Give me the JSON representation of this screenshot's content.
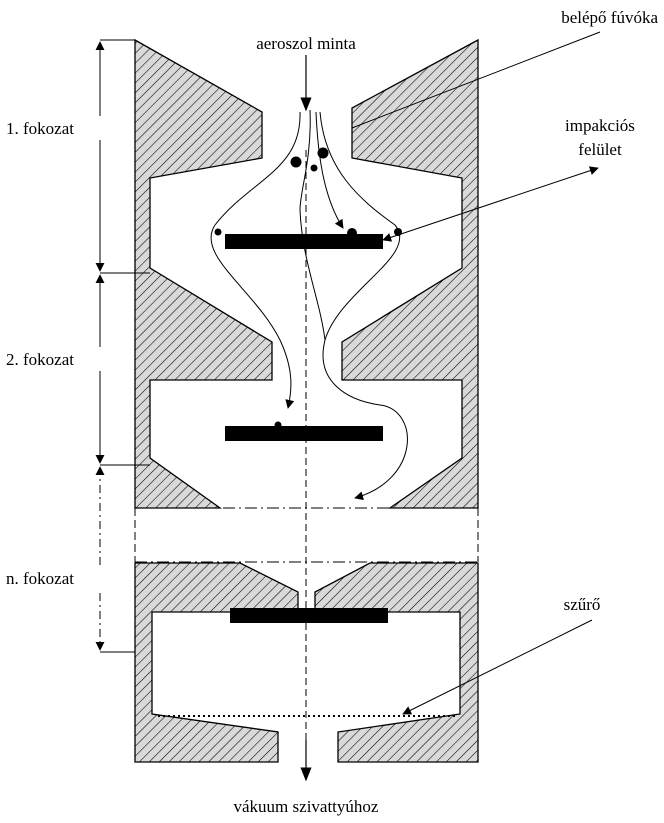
{
  "labels": {
    "inlet_sample": "aeroszol minta",
    "inlet_nozzle": "belépő fúvóka",
    "impaction_surface_line1": "impakciós",
    "impaction_surface_line2": "felület",
    "stage1": "1. fokozat",
    "stage2": "2. fokozat",
    "stageN": "n. fokozat",
    "filter": "szűrő",
    "vacuum": "vákuum szivattyúhoz"
  },
  "colors": {
    "ink": "#000000",
    "hatch_background": "#d9d9d9",
    "background": "#ffffff"
  }
}
